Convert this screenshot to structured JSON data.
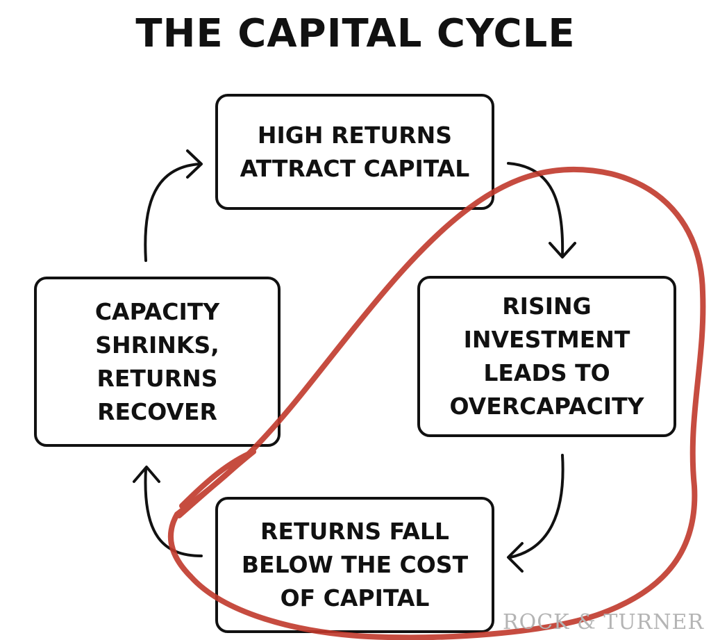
{
  "title": "THE CAPITAL CYCLE",
  "stages": {
    "top": "HIGH RETURNS\nATTRACT CAPITAL",
    "right": "RISING\nINVESTMENT\nLEADS TO\nOVERCAPACITY",
    "bottom": "RETURNS FALL\nBELOW THE COST\nOF CAPITAL",
    "left": "CAPACITY\nSHRINKS,\nRETURNS\nRECOVER"
  },
  "watermark": "ROCK & TURNER",
  "colors": {
    "ink": "#111111",
    "highlight": "#c0392b",
    "watermark": "#b4b4b4"
  },
  "icons": {
    "arrows": [
      "arrow-top-to-right",
      "arrow-right-to-bottom",
      "arrow-bottom-to-left",
      "arrow-left-to-top"
    ],
    "highlight": "red-hand-drawn-loop"
  }
}
